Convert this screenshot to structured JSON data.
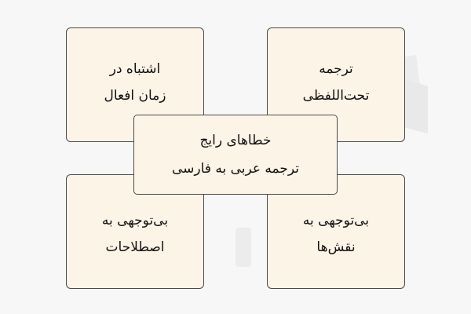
{
  "center": {
    "line1": "خطاهای رایج",
    "line2": "ترجمه عربی به فارسی"
  },
  "boxes": {
    "top_left": {
      "line1": "اشتباه در",
      "line2": "زمان افعال"
    },
    "top_right": {
      "line1": "ترجمه",
      "line2": "تحت‌اللفظی"
    },
    "bottom_left": {
      "line1": "بی‌توجهی به",
      "line2": "اصطلاحات"
    },
    "bottom_right": {
      "line1": "بی‌توجهی به",
      "line2": "نقش‌ها"
    }
  },
  "colors": {
    "background": "#f7f7f7",
    "box_fill": "#fdf4e8",
    "box_border": "#4a4a4a",
    "text": "#111111"
  }
}
